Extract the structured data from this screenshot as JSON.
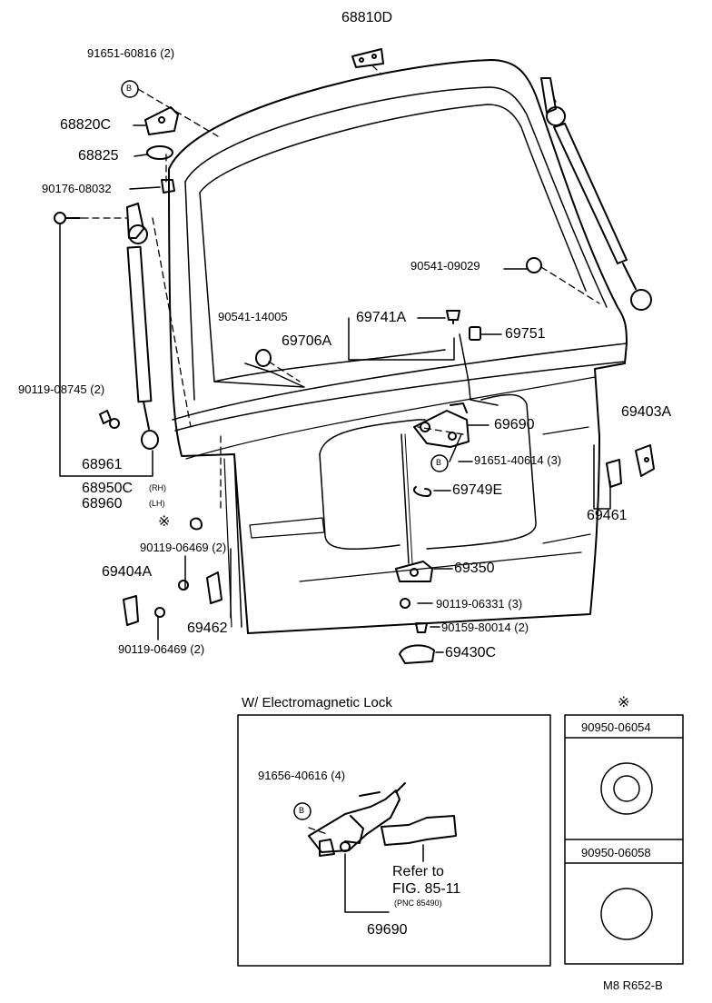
{
  "parts": {
    "p68810D": "68810D",
    "p91651_60816": "91651-60816 (2)",
    "p68820C": "68820C",
    "p68825": "68825",
    "p90176_08032": "90176-08032",
    "p90119_08745": "90119-08745 (2)",
    "p68961": "68961",
    "p68950C": "68950C",
    "p68960": "68960",
    "rh": "(RH)",
    "lh": "(LH)",
    "p90541_14005": "90541-14005",
    "p69706A": "69706A",
    "p69741A": "69741A",
    "p69751": "69751",
    "p90541_09029": "90541-09029",
    "p69690": "69690",
    "p91651_40614": "91651-40614 (3)",
    "p69749E": "69749E",
    "p69403A": "69403A",
    "p69461": "69461",
    "p90119_06469a": "90119-06469 (2)",
    "p69404A": "69404A",
    "p69462": "69462",
    "p90119_06469b": "90119-06469 (2)",
    "p69350": "69350",
    "p90119_06331": "90119-06331 (3)",
    "p90159_80014": "90159-80014 (2)",
    "p69430C": "69430C"
  },
  "marks": {
    "bolt_b": "B",
    "note": "※"
  },
  "inset": {
    "title": "W/ Electromagnetic Lock",
    "bolt": "91656-40616 (4)",
    "refer_line1": "Refer to",
    "refer_line2": "FIG. 85-11",
    "refer_line3": "(PNC 85490)",
    "part": "69690"
  },
  "note_table": {
    "row1": "90950-06054",
    "row2": "90950-06058"
  },
  "figure_code": "M8  R652-B"
}
